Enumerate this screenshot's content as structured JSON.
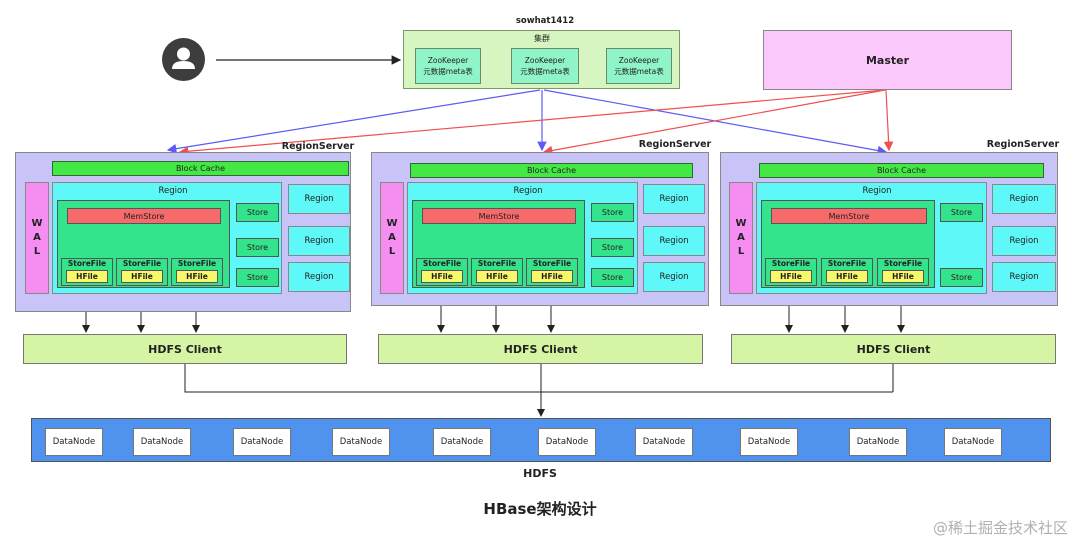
{
  "user": {
    "icon": "user-avatar-icon"
  },
  "cluster": {
    "host": "sowhat1412",
    "label": "集群",
    "zookeepers": [
      {
        "line1": "ZooKeeper",
        "line2": "元数据meta表"
      },
      {
        "line1": "ZooKeeper",
        "line2": "元数据meta表"
      },
      {
        "line1": "ZooKeeper",
        "line2": "元数据meta表"
      }
    ]
  },
  "master": {
    "label": "Master"
  },
  "region_servers": [
    {
      "title": "RegionServer",
      "block_cache": "Block Cache",
      "wal": [
        "W",
        "A",
        "L"
      ],
      "region_label": "Region",
      "memstore": "MemStore",
      "storefiles": [
        {
          "label": "StoreFile",
          "hfile": "HFile"
        },
        {
          "label": "StoreFile",
          "hfile": "HFile"
        },
        {
          "label": "StoreFile",
          "hfile": "HFile"
        }
      ],
      "stores": [
        "Store",
        "Store",
        "Store"
      ],
      "side_regions": [
        "Region",
        "Region",
        "Region"
      ],
      "hdfs_client": "HDFS Client"
    },
    {
      "title": "RegionServer",
      "block_cache": "Block Cache",
      "wal": [
        "W",
        "A",
        "L"
      ],
      "region_label": "Region",
      "memstore": "MemStore",
      "storefiles": [
        {
          "label": "StoreFile",
          "hfile": "HFile"
        },
        {
          "label": "StoreFile",
          "hfile": "HFile"
        },
        {
          "label": "StoreFile",
          "hfile": "HFile"
        }
      ],
      "stores": [
        "Store",
        "Store",
        "Store"
      ],
      "side_regions": [
        "Region",
        "Region",
        "Region"
      ],
      "hdfs_client": "HDFS Client"
    },
    {
      "title": "RegionServer",
      "block_cache": "Block Cache",
      "wal": [
        "W",
        "A",
        "L"
      ],
      "region_label": "Region",
      "memstore": "MemStore",
      "storefiles": [
        {
          "label": "StoreFile",
          "hfile": "HFile"
        },
        {
          "label": "StoreFile",
          "hfile": "HFile"
        },
        {
          "label": "StoreFile",
          "hfile": "HFile"
        }
      ],
      "stores": [
        "Store",
        "Store"
      ],
      "side_regions": [
        "Region",
        "Region",
        "Region"
      ],
      "hdfs_client": "HDFS Client"
    }
  ],
  "hdfs": {
    "label": "HDFS",
    "datanodes": [
      "DataNode",
      "DataNode",
      "DataNode",
      "DataNode",
      "DataNode",
      "DataNode",
      "DataNode",
      "DataNode",
      "DataNode",
      "DataNode"
    ]
  },
  "caption": "HBase架构设计",
  "watermark": "@稀土掘金技术社区",
  "colors": {
    "client_arrow": "#5b5bf5",
    "master_arrow": "#f05050",
    "cluster_fill": "#d6f5c0",
    "master_fill": "#fbc8fb",
    "regionserver_fill": "#c8c4f7",
    "hdfs_fill": "#4f93ef"
  }
}
